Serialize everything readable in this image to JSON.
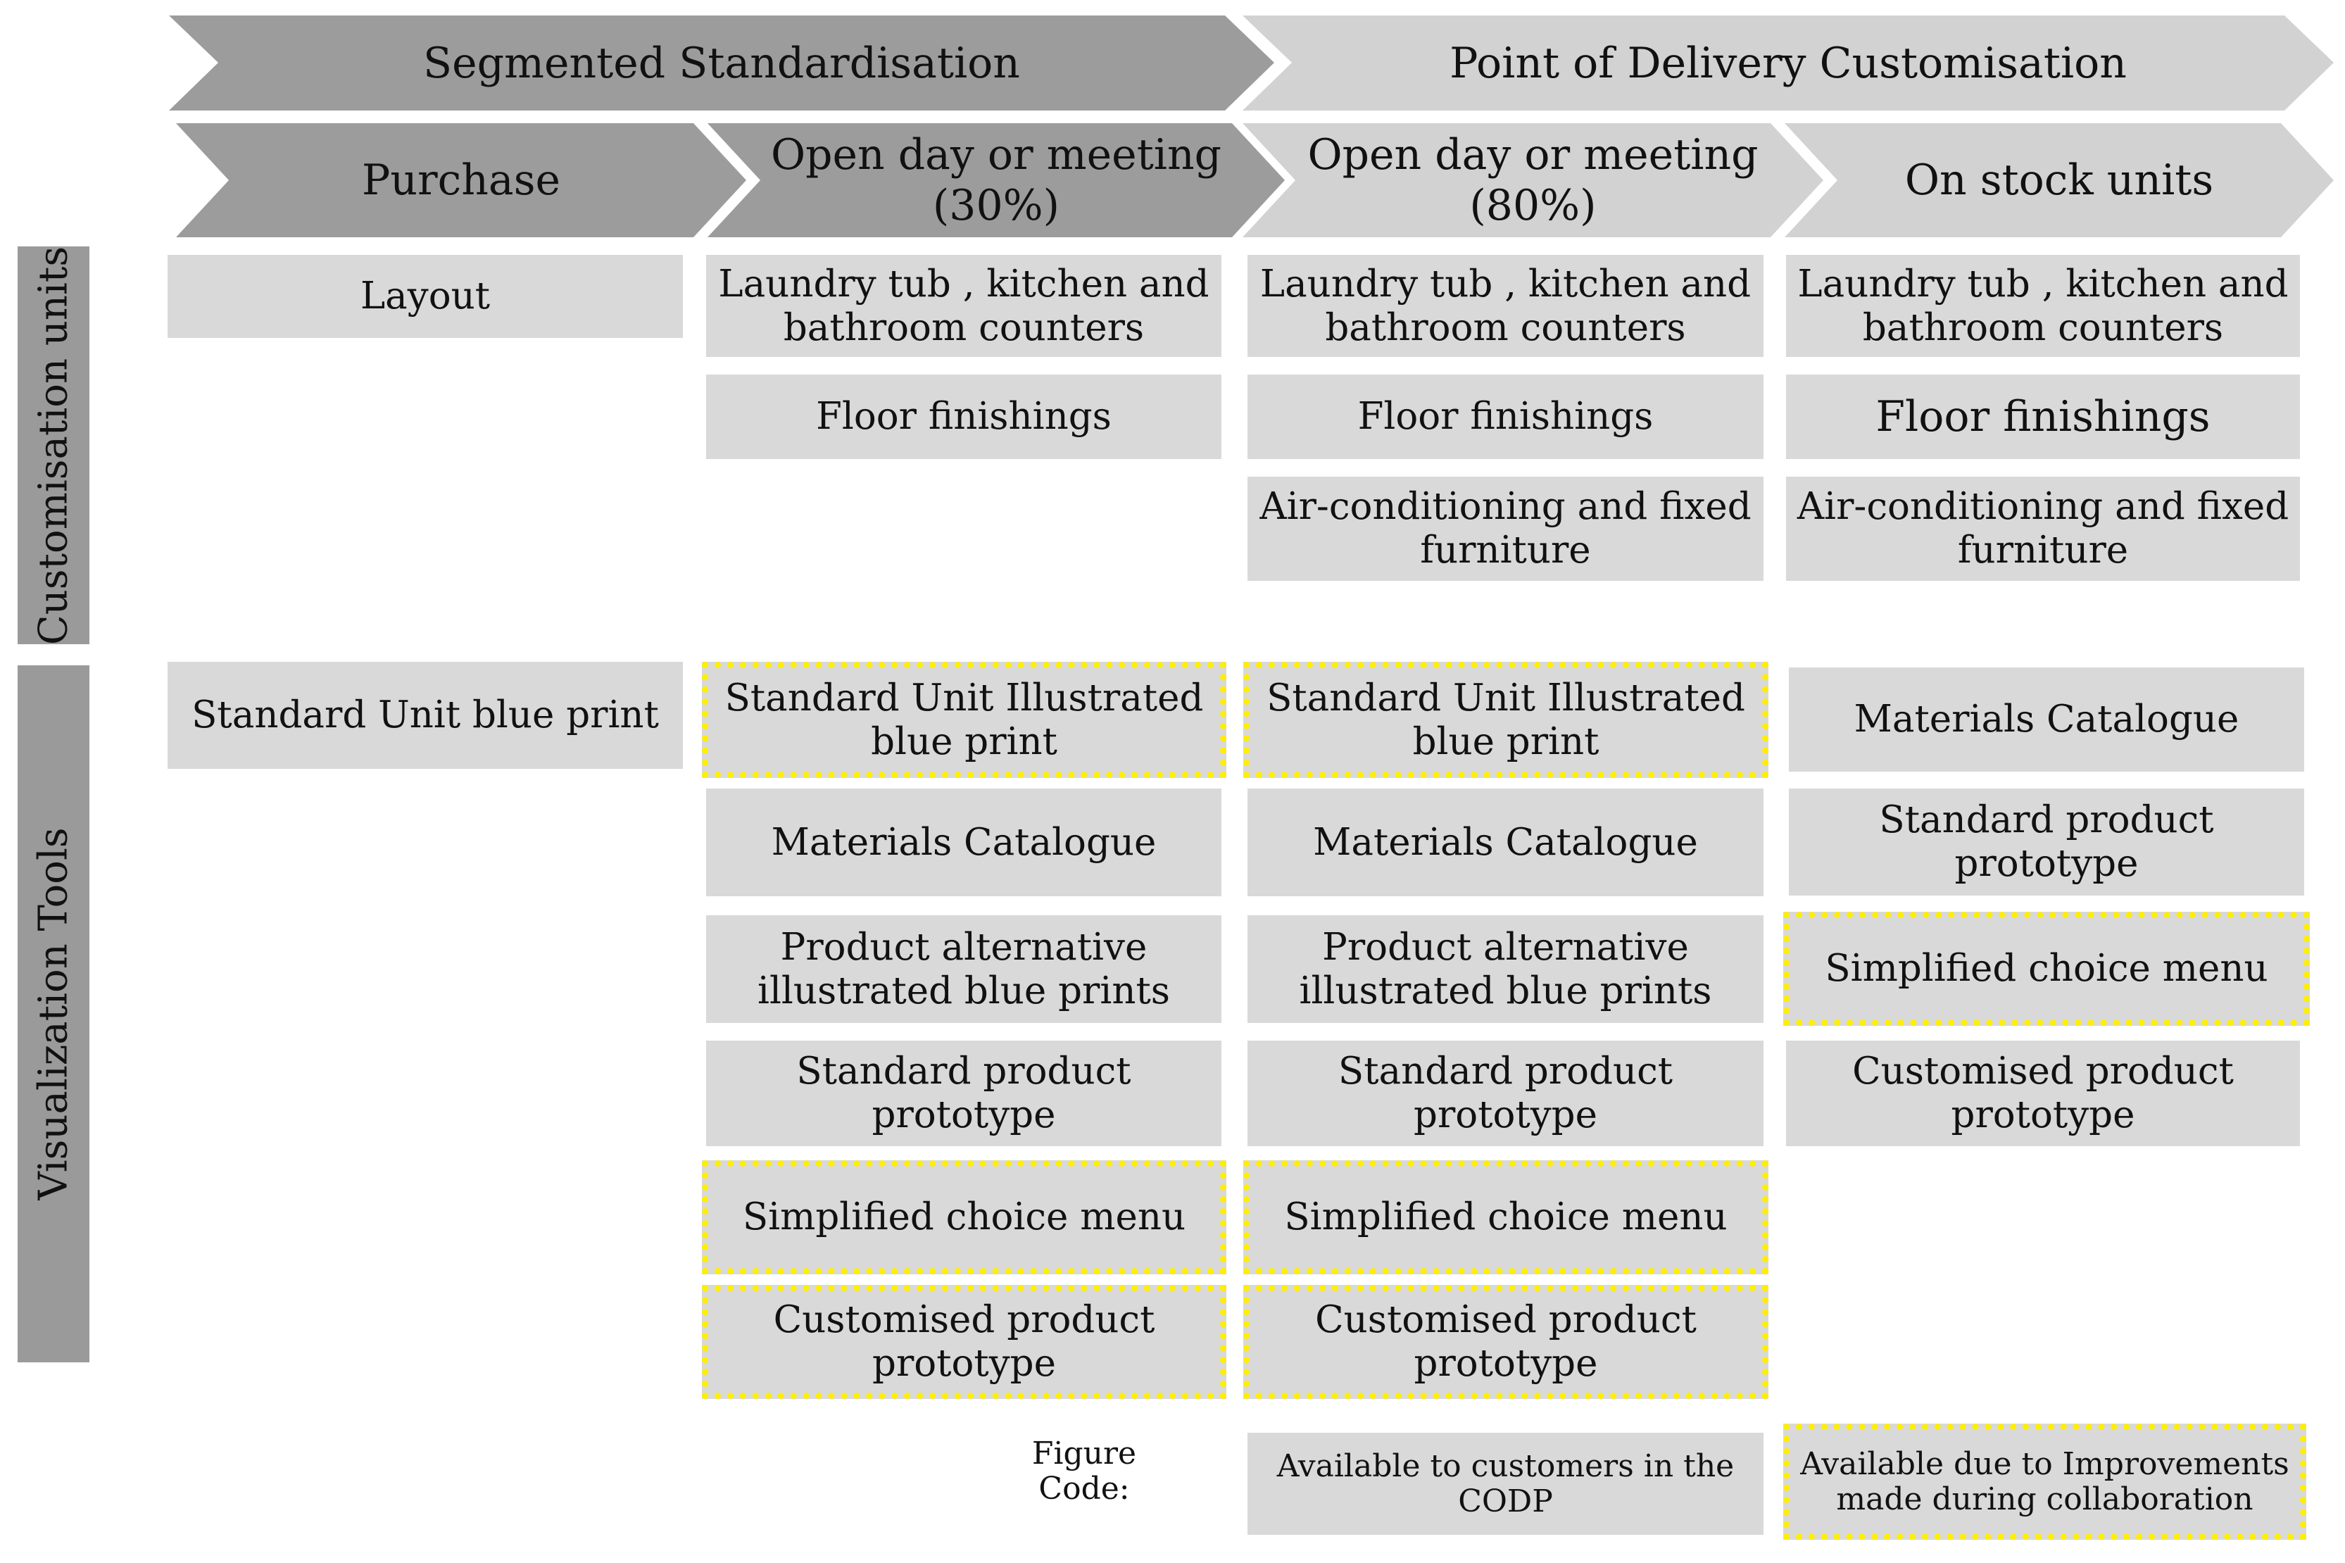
{
  "colors": {
    "arrow_dark": "#9c9c9c",
    "arrow_light": "#d2d2d2",
    "box_fill": "#d9d9d9",
    "side_bar": "#9a9a9a",
    "highlight_border": "#ffee00"
  },
  "top_banner": {
    "left": "Segmented Standardisation",
    "right": "Point of Delivery Customisation"
  },
  "phases": [
    {
      "label": "Purchase"
    },
    {
      "label_line1": "Open day or meeting",
      "label_line2": "(30%)"
    },
    {
      "label_line1": "Open day or meeting",
      "label_line2": "(80%)"
    },
    {
      "label": "On stock units"
    }
  ],
  "side_labels": {
    "customisation_units": "Customisation units",
    "visualization_tools": "Visualization Tools"
  },
  "customisation_units": {
    "purchase": [
      "Layout"
    ],
    "open_day_30": [
      "Laundry tub , kitchen and bathroom counters",
      "Floor finishings"
    ],
    "open_day_80": [
      "Laundry tub , kitchen and bathroom counters",
      "Floor finishings",
      "Air-conditioning and fixed furniture"
    ],
    "on_stock": [
      "Laundry tub , kitchen and bathroom counters",
      "Floor finishings",
      "Air-conditioning and fixed furniture"
    ]
  },
  "visualization_tools": {
    "purchase": [
      {
        "text": "Standard Unit blue print",
        "improved": false
      }
    ],
    "open_day_30": [
      {
        "text": "Standard Unit Illustrated blue print",
        "improved": true
      },
      {
        "text": "Materials Catalogue",
        "improved": false
      },
      {
        "text": "Product alternative illustrated blue prints",
        "improved": false
      },
      {
        "text": "Standard product prototype",
        "improved": false
      },
      {
        "text": "Simplified choice menu",
        "improved": true
      },
      {
        "text": "Customised product prototype",
        "improved": true
      }
    ],
    "open_day_80": [
      {
        "text": "Standard Unit Illustrated blue print",
        "improved": true
      },
      {
        "text": "Materials Catalogue",
        "improved": false
      },
      {
        "text": "Product alternative illustrated blue prints",
        "improved": false
      },
      {
        "text": "Standard product prototype",
        "improved": false
      },
      {
        "text": "Simplified choice menu",
        "improved": true
      },
      {
        "text": "Customised product prototype",
        "improved": true
      }
    ],
    "on_stock": [
      {
        "text": "Materials Catalogue",
        "improved": false
      },
      {
        "text": "Standard product prototype",
        "improved": false
      },
      {
        "text": "Simplified choice menu",
        "improved": true
      },
      {
        "text": "Customised product prototype",
        "improved": false
      }
    ]
  },
  "legend": {
    "title": "Figure Code:",
    "available": "Available to customers in the CODP",
    "improved": "Available due to Improvements made during collaboration"
  }
}
